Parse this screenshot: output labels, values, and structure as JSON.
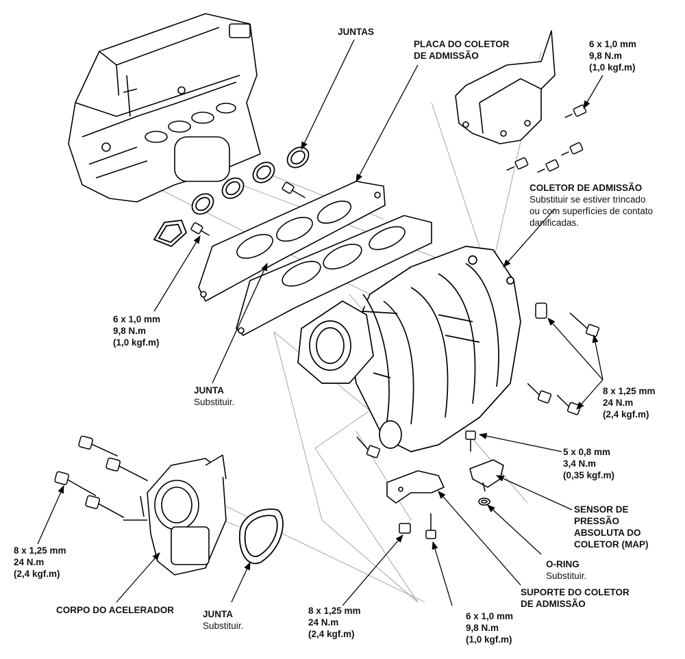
{
  "labels": {
    "juntas": "JUNTAS",
    "placa_line1": "PLACA DO COLETOR",
    "placa_line2": "DE ADMISSÃO",
    "tr_spec": [
      "6 x 1,0 mm",
      "9,8 N.m",
      "(1,0 kgf.m)"
    ],
    "coletor_title": "COLETOR DE ADMISSÃO",
    "coletor_note": [
      "Substituir se estiver trincado",
      "ou com superfícies de contato",
      "danificadas."
    ],
    "left_spec": [
      "6 x 1,0 mm",
      "9,8 N.m",
      "(1,0 kgf.m)"
    ],
    "junta_left_title": "JUNTA",
    "junta_left_note": "Substituir.",
    "right_spec": [
      "8 x 1,25 mm",
      "24 N.m",
      "(2,4 kgf.m)"
    ],
    "map_spec": [
      "5 x 0,8 mm",
      "3,4 N.m",
      "(0,35 kgf.m)"
    ],
    "map_sensor": [
      "SENSOR DE",
      "PRESSÃO",
      "ABSOLUTA DO",
      "COLETOR (MAP)"
    ],
    "oring_title": "O-RING",
    "oring_note": "Substituir.",
    "suporte": [
      "SUPORTE DO COLETOR",
      "DE ADMISSÃO"
    ],
    "bl_spec": [
      "8 x 1,25 mm",
      "24 N.m",
      "(2,4 kgf.m)"
    ],
    "corpo": "CORPO DO ACELERADOR",
    "junta_bottom_title": "JUNTA",
    "junta_bottom_note": "Substituir.",
    "bc_spec": [
      "8 x 1,25 mm",
      "24 N.m",
      "(2,4 kgf.m)"
    ],
    "br_spec": [
      "6 x 1,0 mm",
      "9,8 N.m",
      "(1,0 kgf.m)"
    ]
  }
}
